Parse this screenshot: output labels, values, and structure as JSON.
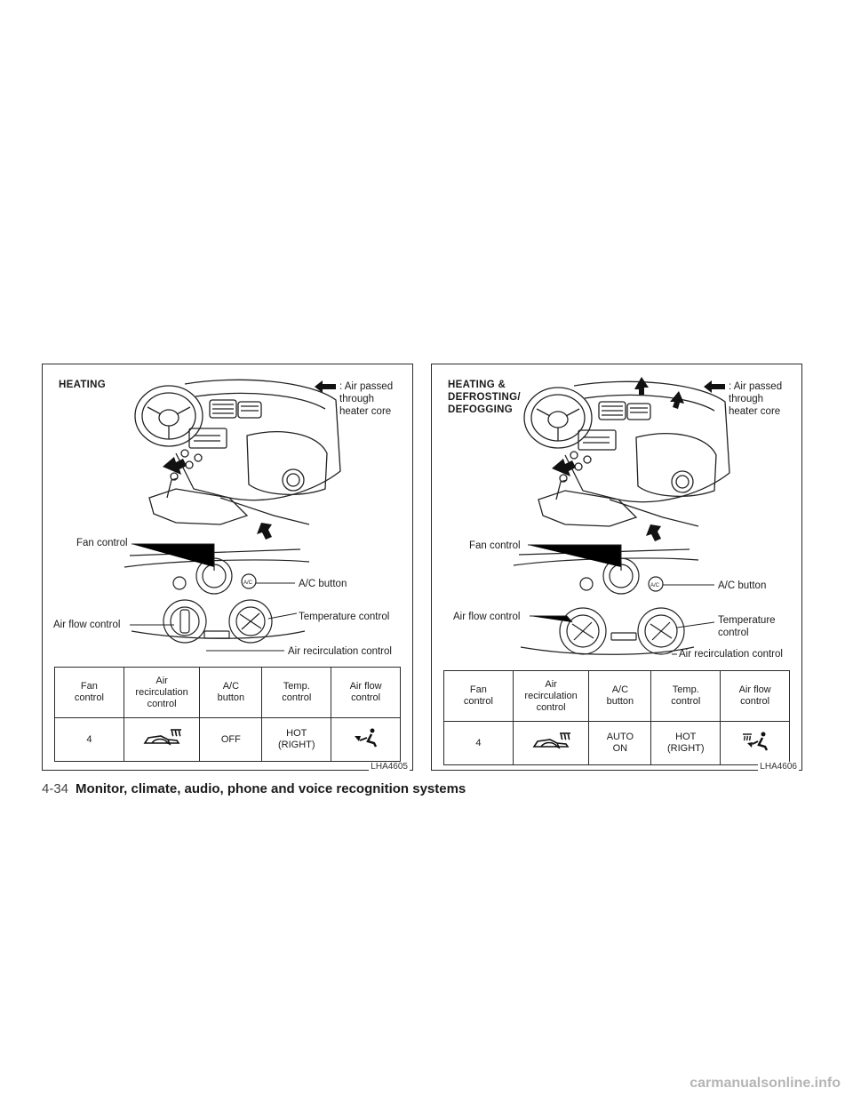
{
  "panels": [
    {
      "title": "HEATING",
      "legend": ": Air passed\nthrough\nheater core",
      "callouts": {
        "fan": "Fan control",
        "ac": "A/C button",
        "airflow": "Air flow control",
        "temp": "Temperature control",
        "recirc": "Air recirculation control"
      },
      "table": {
        "headers": [
          "Fan\ncontrol",
          "Air\nrecirculation\ncontrol",
          "A/C\nbutton",
          "Temp.\ncontrol",
          "Air flow\ncontrol"
        ],
        "values": {
          "fan": "4",
          "recirc_icon": "recirculation-off-icon",
          "ac": "OFF",
          "temp": "HOT\n(RIGHT)",
          "airflow_icon": "foot-vent-icon"
        }
      },
      "code": "LHA4605"
    },
    {
      "title": "HEATING &\nDEFROSTING/\nDEFOGGING",
      "legend": ": Air passed\nthrough\nheater core",
      "callouts": {
        "fan": "Fan control",
        "ac": "A/C button",
        "airflow": "Air flow control",
        "temp": "Temperature\ncontrol",
        "recirc": "Air recirculation control"
      },
      "table": {
        "headers": [
          "Fan\ncontrol",
          "Air\nrecirculation\ncontrol",
          "A/C\nbutton",
          "Temp.\ncontrol",
          "Air flow\ncontrol"
        ],
        "values": {
          "fan": "4",
          "recirc_icon": "recirculation-off-icon",
          "ac": "AUTO\nON",
          "temp": "HOT\n(RIGHT)",
          "airflow_icon": "defrost-foot-icon"
        }
      },
      "code": "LHA4606"
    }
  ],
  "footer": {
    "page_number": "4-34",
    "section": "Monitor, climate, audio, phone and voice recognition systems"
  },
  "watermark": "carmanualsonline.info"
}
